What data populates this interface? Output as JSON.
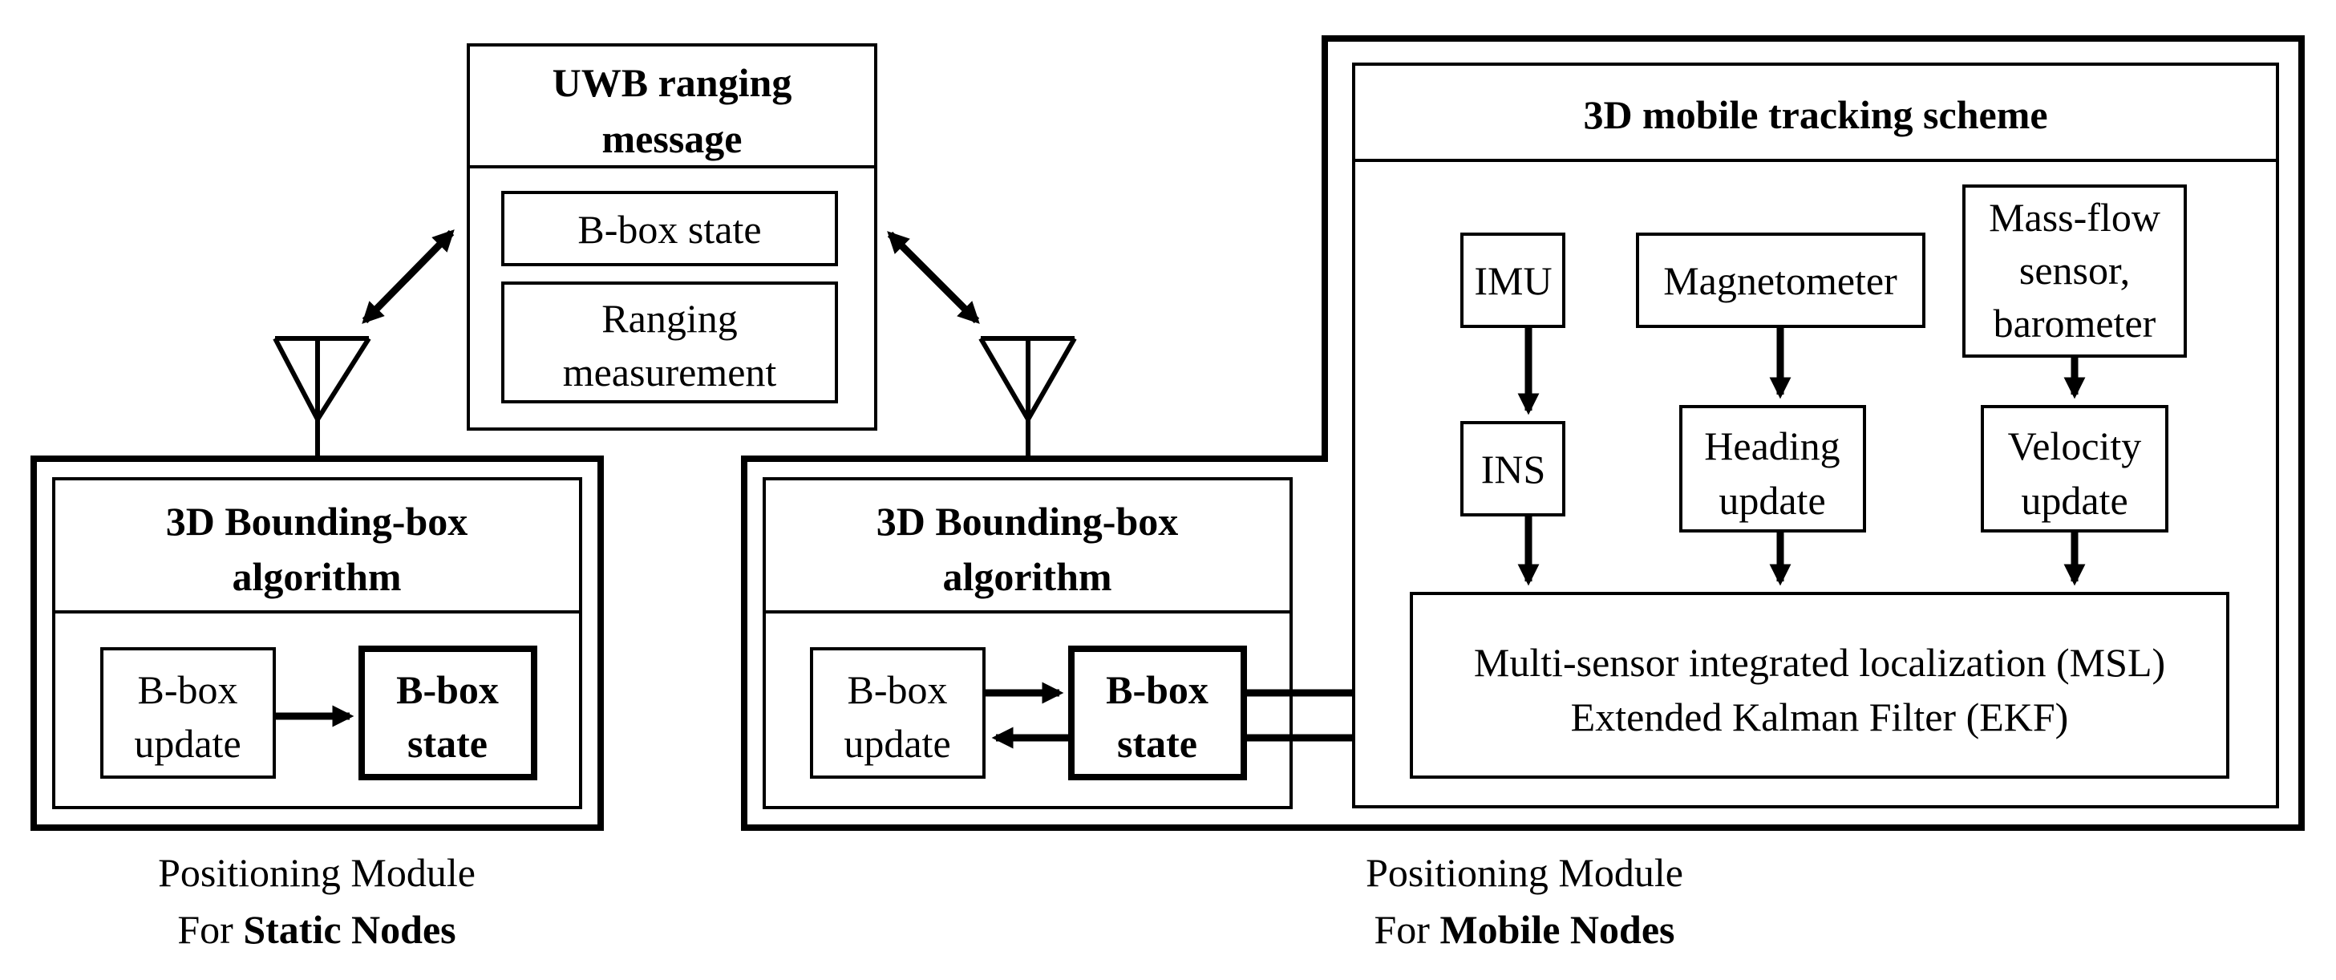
{
  "uwb_message": {
    "title_line1": "UWB ranging",
    "title_line2": "message",
    "item1": "B-box state",
    "item2_line1": "Ranging",
    "item2_line2": "measurement"
  },
  "static_module": {
    "bbox_title_line1": "3D Bounding-box",
    "bbox_title_line2": "algorithm",
    "update_line1": "B-box",
    "update_line2": "update",
    "state_line1": "B-box",
    "state_line2": "state",
    "caption_line1": "Positioning Module",
    "caption_line2_prefix": "For ",
    "caption_line2_bold": "Static Nodes"
  },
  "mobile_module": {
    "bbox_title_line1": "3D Bounding-box",
    "bbox_title_line2": "algorithm",
    "update_line1": "B-box",
    "update_line2": "update",
    "state_line1": "B-box",
    "state_line2": "state",
    "caption_line1": "Positioning Module",
    "caption_line2_prefix": "For ",
    "caption_line2_bold": "Mobile Nodes"
  },
  "tracking": {
    "title": "3D mobile tracking scheme",
    "imu": "IMU",
    "magnetometer": "Magnetometer",
    "massflow_line1": "Mass-flow",
    "massflow_line2": "sensor,",
    "massflow_line3": "barometer",
    "ins": "INS",
    "heading_line1": "Heading",
    "heading_line2": "update",
    "velocity_line1": "Velocity",
    "velocity_line2": "update",
    "msl_line1": "Multi-sensor integrated localization (MSL)",
    "msl_line2": "Extended Kalman Filter (EKF)"
  }
}
